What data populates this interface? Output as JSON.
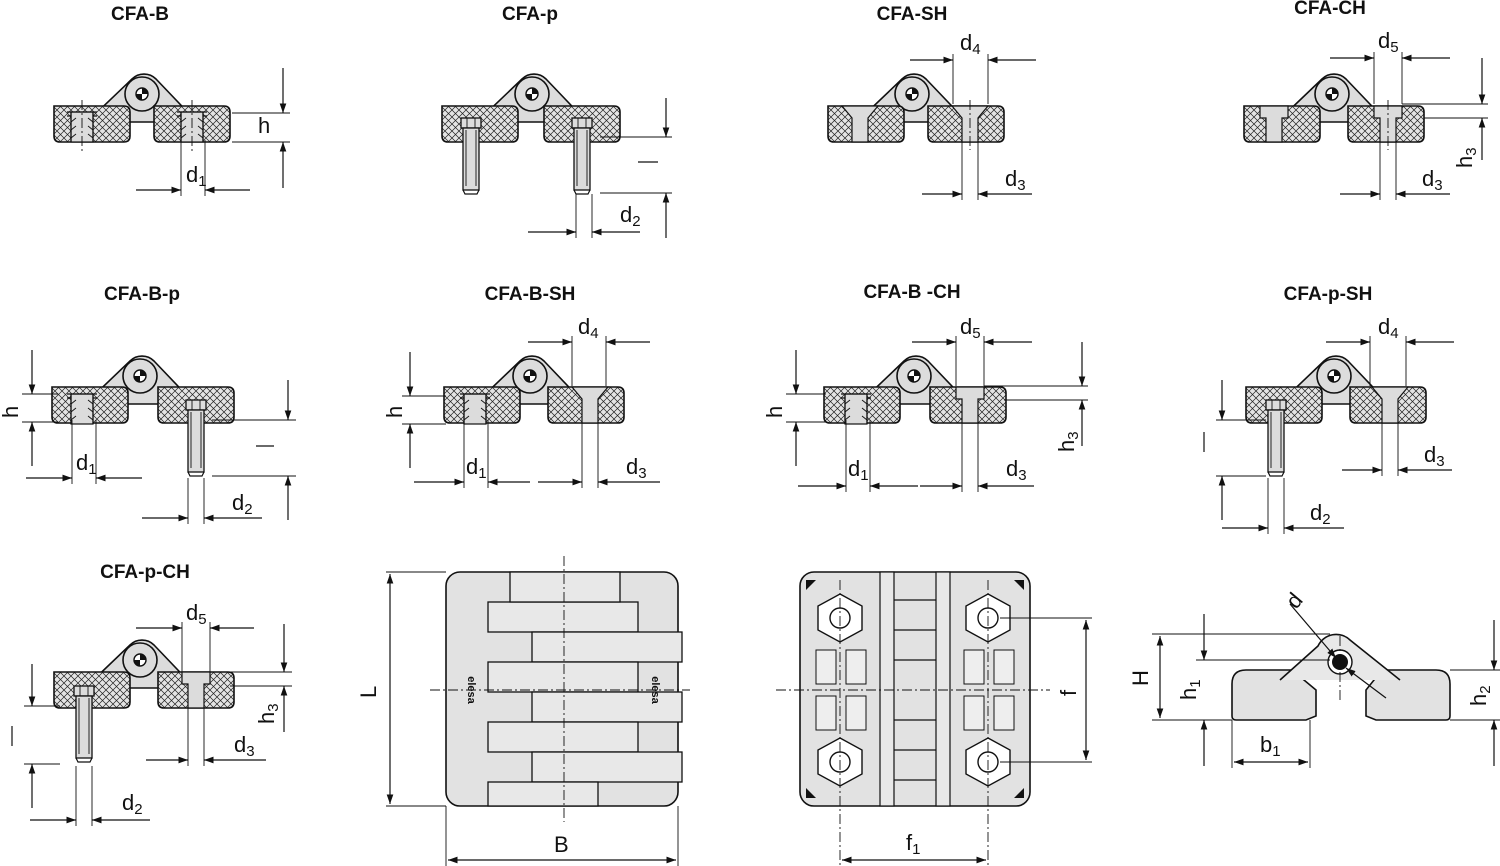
{
  "views": {
    "cfa_b": "CFA-B",
    "cfa_p": "CFA-p",
    "cfa_sh": "CFA-SH",
    "cfa_ch": "CFA-CH",
    "cfa_b_p": "CFA-B-p",
    "cfa_b_sh": "CFA-B-SH",
    "cfa_b_ch": "CFA-B -CH",
    "cfa_p_sh": "CFA-p-SH",
    "cfa_p_ch": "CFA-p-CH"
  },
  "dims": {
    "h": "h",
    "l": "l",
    "d": "d",
    "d_sub1": "1",
    "d_sub2": "2",
    "d_sub3": "3",
    "d_sub4": "4",
    "d_sub5": "5",
    "h_sub1": "1",
    "h_sub2": "2",
    "h_sub3": "3",
    "L": "L",
    "B": "B",
    "f": "f",
    "f_sub1": "1",
    "H": "H",
    "b": "b",
    "b_sub1": "1"
  },
  "logo_text": "elesa"
}
